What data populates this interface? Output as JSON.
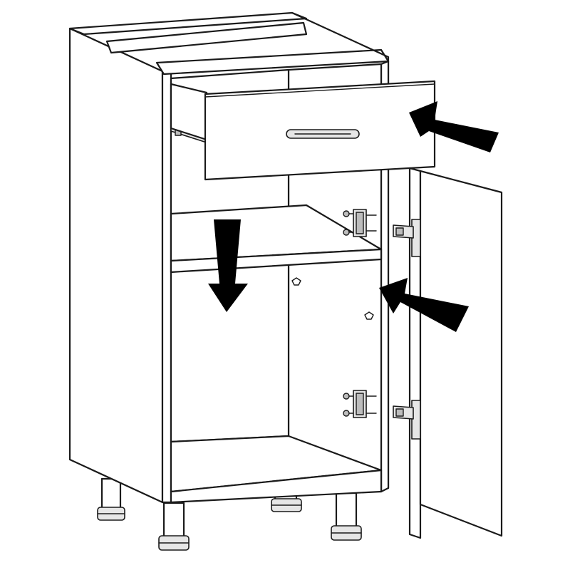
{
  "colors": {
    "line": "#1a1a1a",
    "arrow": "#000000",
    "background": "#ffffff",
    "hardware_fill": "#e6e6e6"
  },
  "parts": [
    "cabinet-carcass",
    "drawer",
    "drawer-handle",
    "drawer-runner",
    "shelf",
    "door",
    "door-hinge-upper",
    "door-hinge-lower",
    "hinge-mounting-plate-upper",
    "hinge-mounting-plate-lower",
    "shelf-support-pin",
    "adjustable-leg"
  ],
  "callouts": [
    {
      "name": "drawer-insert-arrow",
      "direction": "left"
    },
    {
      "name": "shelf-insert-arrow",
      "direction": "down"
    },
    {
      "name": "door-mount-arrow",
      "direction": "left"
    }
  ]
}
